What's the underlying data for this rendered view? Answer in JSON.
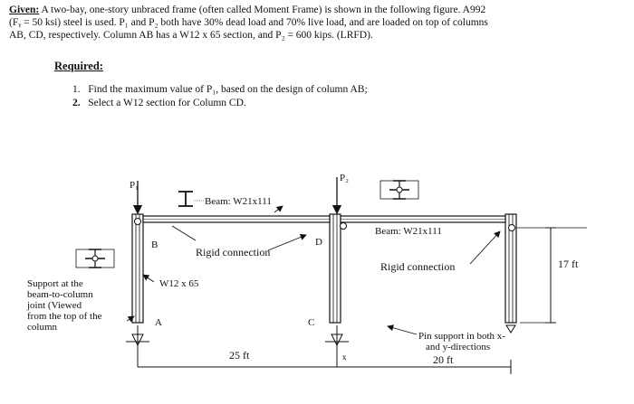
{
  "given": {
    "label": "Given:",
    "line1": "A two-bay, one-story unbraced frame (often called Moment Frame) is shown in the following figure. A992",
    "line2": "(Fᵧ = 50 ksi) steel is used. P₁ and P₂ both have 30% dead load and 70% live load, and are loaded on top of columns",
    "line3": "AB, CD, respectively. Column AB has a W12 x 65 section, and P₂ = 600 kips. (LRFD)."
  },
  "required": {
    "heading": "Required:",
    "items": [
      {
        "num": "1.",
        "text": "Find the maximum value of P₁, based on the design of column AB;"
      },
      {
        "num": "2.",
        "text": "Select a W12 section for Column CD."
      }
    ]
  },
  "figure": {
    "p1": "P₁",
    "p2": "P₂",
    "beam_left": "Beam: W21x111",
    "beam_right": "Beam: W21x111",
    "rigid_left": "Rigid connection",
    "rigid_right": "Rigid connection",
    "node_b": "B",
    "node_a": "A",
    "node_c": "C",
    "node_d": "D",
    "column_ab": "W12 x 65",
    "support_note": [
      "Support at the",
      "beam-to-column",
      "joint (Viewed",
      "from the top of the",
      "column"
    ],
    "pin_note": [
      "Pin support in both x-",
      "and y-directions"
    ],
    "dim_left": "25 ft",
    "dim_right": "20 ft",
    "height": "17 ft",
    "axis_x": "x"
  }
}
